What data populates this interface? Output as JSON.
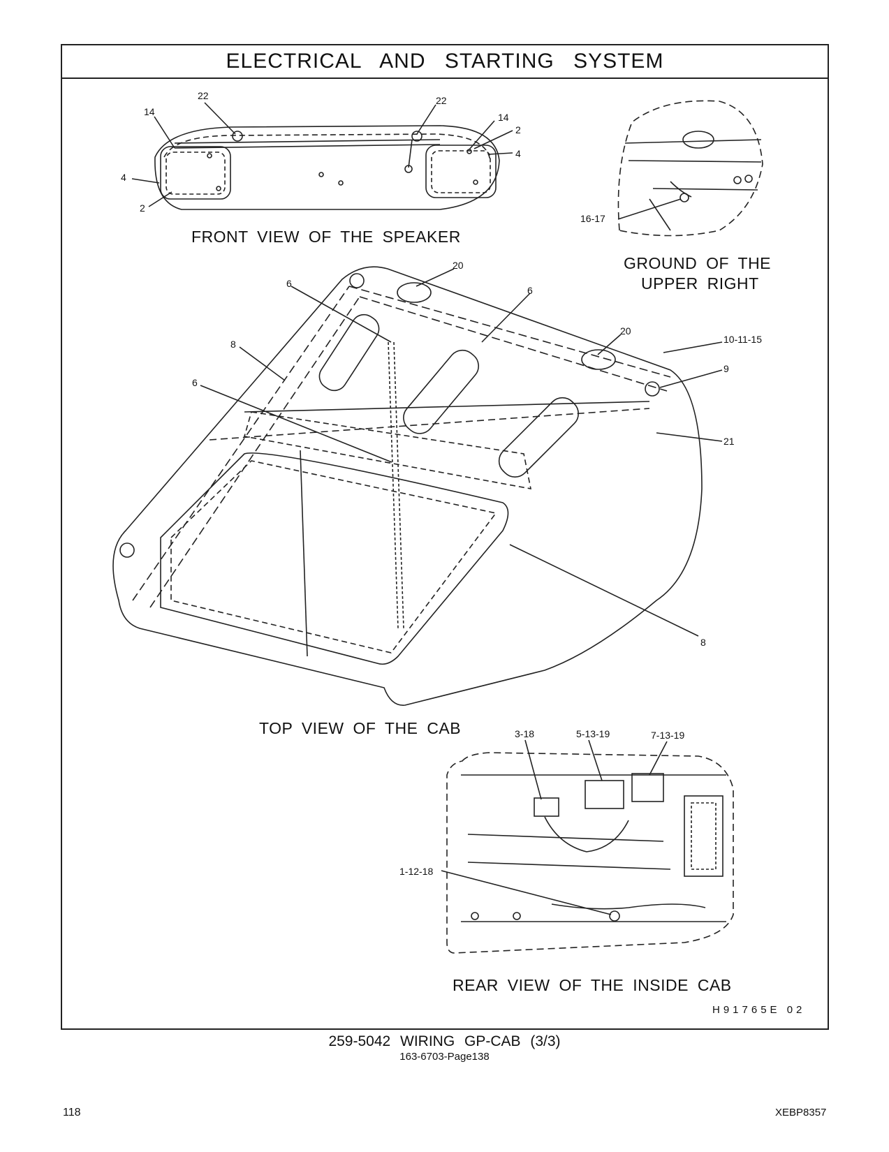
{
  "header": {
    "title": "ELECTRICAL AND STARTING SYSTEM"
  },
  "views": {
    "speaker": {
      "caption": "FRONT VIEW OF THE SPEAKER",
      "callouts": [
        "22",
        "14",
        "4",
        "2",
        "22",
        "14",
        "2",
        "4"
      ]
    },
    "ground": {
      "caption_line1": "GROUND OF THE",
      "caption_line2": "UPPER RIGHT",
      "callouts": [
        "16-17"
      ]
    },
    "top": {
      "caption": "TOP VIEW OF THE CAB",
      "callouts": [
        "20",
        "6",
        "6",
        "8",
        "20",
        "10-11-15",
        "9",
        "6",
        "21",
        "8"
      ]
    },
    "rear": {
      "caption": "REAR VIEW OF THE INSIDE CAB",
      "callouts": [
        "3-18",
        "5-13-19",
        "7-13-19",
        "1-12-18"
      ]
    }
  },
  "figure_code": "H91765E 02",
  "footer": {
    "part": "259-5042 WIRING GP-CAB (3/3)",
    "ref": "163-6703-Page138"
  },
  "page_number": "118",
  "doc_id": "XEBP8357"
}
